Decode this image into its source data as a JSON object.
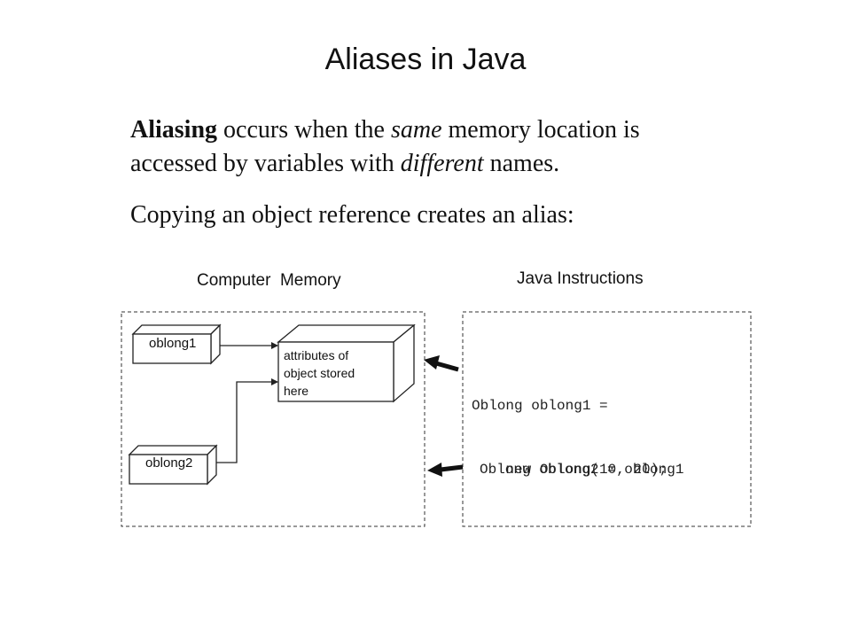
{
  "title": "Aliases in Java",
  "definition": {
    "term": "Aliasing",
    "p1": " occurs when the ",
    "em1": "same",
    "p2": " memory location is",
    "p3": "accessed by variables with ",
    "em2": "different",
    "p4": " names."
  },
  "intro": "Copying an object reference creates an alias:",
  "memory_panel": {
    "header": "Computer  Memory",
    "var1": "oblong1",
    "var2": "oblong2",
    "object_lines": [
      "attributes of",
      "object stored",
      "here"
    ]
  },
  "instructions_panel": {
    "header": "Java Instructions",
    "code1_line1": "Oblong oblong1 =",
    "code1_line2": "    new Oblong(10, 20);",
    "code2": "Oblong oblong2 = oblong1"
  }
}
